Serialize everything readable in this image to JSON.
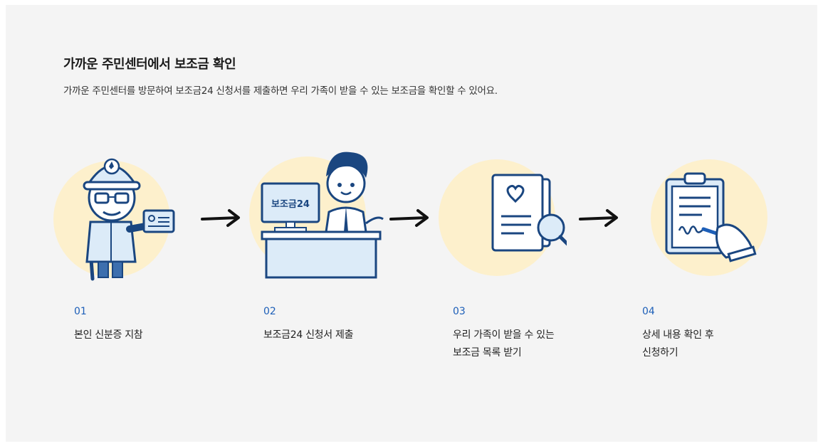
{
  "section": {
    "title": "가까운 주민센터에서 보조금 확인",
    "description": "가까운 주민센터를 방문하여 보조금24 신청서를 제출하면 우리 가족이 받을 수 있는 보조금을 확인할 수 있어요."
  },
  "steps": [
    {
      "number": "01",
      "line1": "본인 신분증 지참",
      "line2": ""
    },
    {
      "number": "02",
      "line1": "보조금24 신청서 제출",
      "line2": ""
    },
    {
      "number": "03",
      "line1": "우리 가족이 받을 수 있는",
      "line2": "보조금 목록 받기"
    },
    {
      "number": "04",
      "line1": "상세 내용 확인 후",
      "line2": "신청하기"
    }
  ],
  "monitor_label": "보조금24",
  "colors": {
    "navy": "#1a4680",
    "accent_blue": "#1d5fb8",
    "circle_yellow": "#fdf0cc",
    "light_blue": "#dcebf8",
    "panel_bg": "#f4f4f4"
  }
}
